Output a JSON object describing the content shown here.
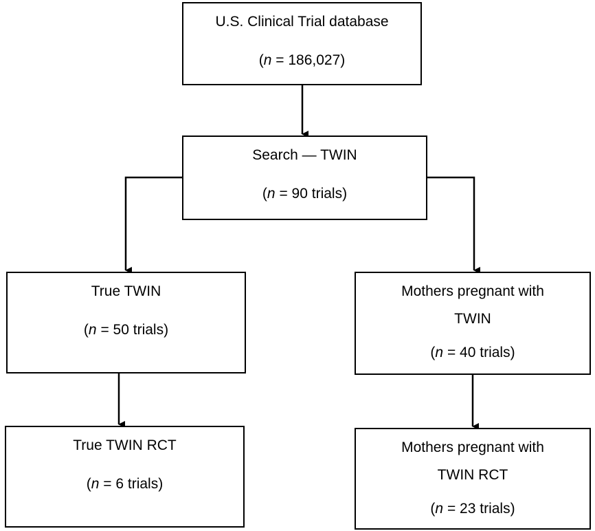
{
  "nodes": {
    "database": {
      "title": "U.S. Clinical Trial database",
      "n_label": "n",
      "n_value": " = 186,027"
    },
    "search": {
      "title": "Search — TWIN",
      "n_label": "n",
      "n_value": " = 90 trials"
    },
    "true_twin": {
      "title": "True TWIN",
      "n_label": "n",
      "n_value": " = 50 trials"
    },
    "mothers_twin": {
      "title_line1": "Mothers pregnant with",
      "title_line2": "TWIN",
      "n_label": "n",
      "n_value": " = 40 trials"
    },
    "true_twin_rct": {
      "title": "True TWIN RCT",
      "n_label": "n",
      "n_value": " = 6 trials"
    },
    "mothers_twin_rct": {
      "title_line1": "Mothers pregnant with",
      "title_line2": "TWIN RCT",
      "n_label": "n",
      "n_value": " = 23 trials"
    }
  },
  "edges": [
    {
      "from": "database",
      "to": "search"
    },
    {
      "from": "search",
      "to": "true_twin"
    },
    {
      "from": "search",
      "to": "mothers_twin"
    },
    {
      "from": "true_twin",
      "to": "true_twin_rct"
    },
    {
      "from": "mothers_twin",
      "to": "mothers_twin_rct"
    }
  ],
  "colors": {
    "line": "#000000",
    "box_fill": "#ffffff",
    "text": "#000000"
  }
}
